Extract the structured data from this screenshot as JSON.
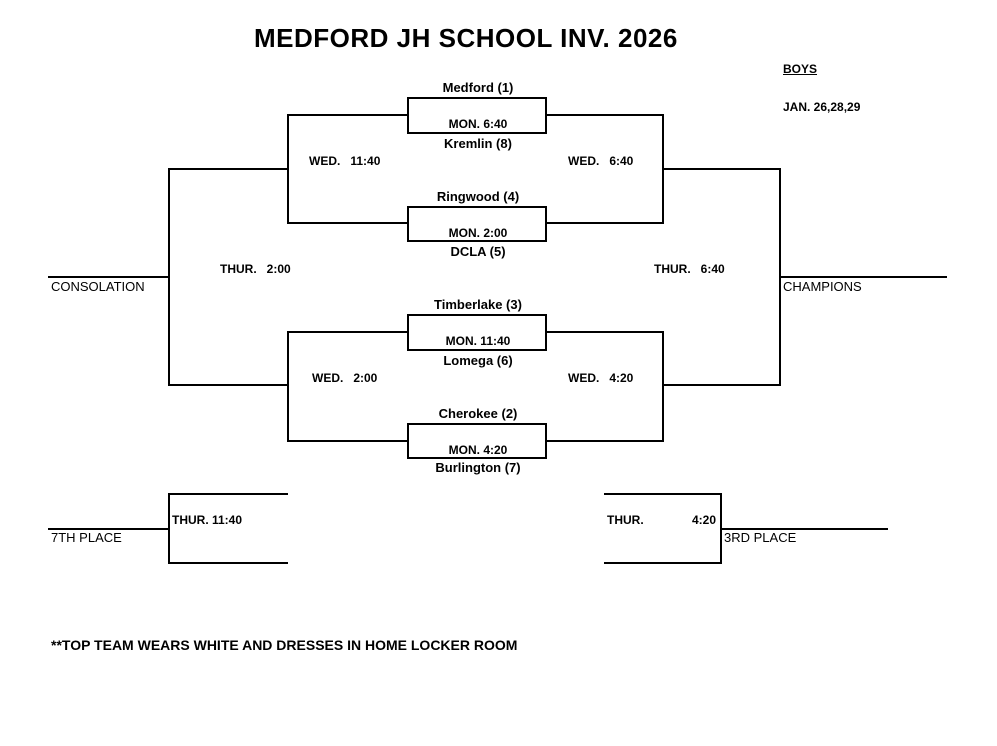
{
  "header": {
    "title": "MEDFORD JH SCHOOL INV.  2026",
    "division": "BOYS",
    "dates": "JAN. 26,28,29"
  },
  "quarterfinals": [
    {
      "top": "Medford (1)",
      "time": "MON. 6:40",
      "bottom": "Kremlin (8)"
    },
    {
      "top": "Ringwood (4)",
      "time": "MON.  2:00",
      "bottom": "DCLA (5)"
    },
    {
      "top": "Timberlake (3)",
      "time": "MON. 11:40",
      "bottom": "Lomega (6)"
    },
    {
      "top": "Cherokee (2)",
      "time": "MON.  4:20",
      "bottom": "Burlington (7)"
    }
  ],
  "semis": {
    "upper_left": "WED.   11:40",
    "upper_right": "WED.   6:40",
    "lower_left": "WED.   2:00",
    "lower_right": "WED.   4:20"
  },
  "finals": {
    "consolation_time": "THUR.   2:00",
    "consolation_label": "CONSOLATION",
    "champions_time": "THUR.   6:40",
    "champions_label": "CHAMPIONS"
  },
  "placement": {
    "seventh_time": "THUR. 11:40",
    "seventh_label": "7TH PLACE",
    "third_day": "THUR.",
    "third_time": "4:20",
    "third_label": "3RD PLACE"
  },
  "footnote": "**TOP TEAM WEARS WHITE AND DRESSES IN HOME LOCKER ROOM"
}
